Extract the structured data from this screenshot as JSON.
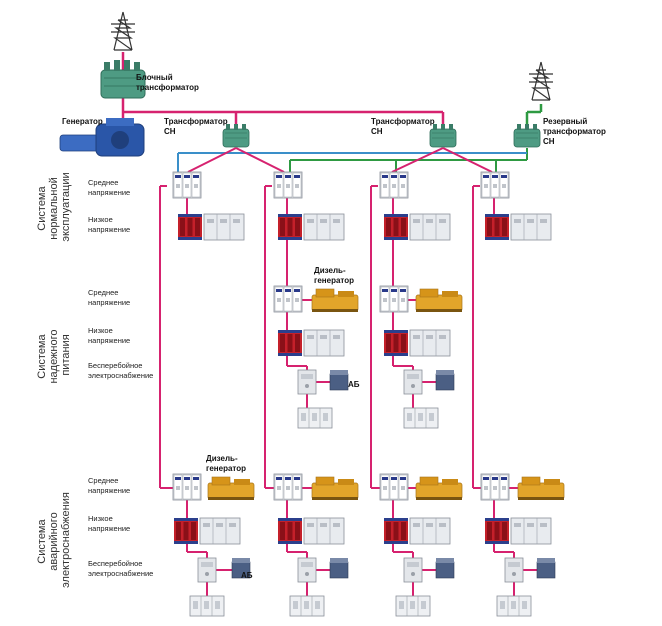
{
  "colors": {
    "main_line": "#d6226f",
    "normal_bus": "#3a8fc9",
    "reserve_bus": "#2e9a42",
    "transformer": "#4e9b83",
    "generator": "#2a56a8",
    "diesel": "#e2a52a",
    "cabinet": "#dfe3e8",
    "dry_transformer": "#c4202a"
  },
  "top_labels": {
    "block_transformer": [
      "Блочный",
      "трансформатор"
    ],
    "generator": "Генератор",
    "aux_transformer_1": [
      "Трансформатор",
      "СН"
    ],
    "aux_transformer_2": [
      "Трансформатор",
      "СН"
    ],
    "reserve_transformer": [
      "Резервный",
      "трансформатор",
      "СН"
    ]
  },
  "systems": {
    "normal": [
      "Система",
      "нормальной",
      "эксплуатации"
    ],
    "reliable": [
      "Система",
      "надежного",
      "питания"
    ],
    "emergency": [
      "Система",
      "аварийного",
      "электроснабжения"
    ]
  },
  "rows": {
    "n_medium": [
      "Среднее",
      "напряжение"
    ],
    "n_low": [
      "Низкое",
      "напряжение"
    ],
    "r_medium": [
      "Среднее",
      "напряжение"
    ],
    "r_low": [
      "Низкое",
      "напряжение"
    ],
    "r_ups": [
      "Бесперебойное",
      "электроснабжение"
    ],
    "e_medium": [
      "Среднее",
      "напряжение"
    ],
    "e_low": [
      "Низкое",
      "напряжение"
    ],
    "e_ups": [
      "Бесперебойное",
      "электроснабжение"
    ]
  },
  "annotations": {
    "diesel_reliable": [
      "Дизель-",
      "генератор"
    ],
    "diesel_emergency": [
      "Дизель-",
      "генератор"
    ],
    "battery_reliable": "АБ",
    "battery_emergency": "АБ"
  }
}
